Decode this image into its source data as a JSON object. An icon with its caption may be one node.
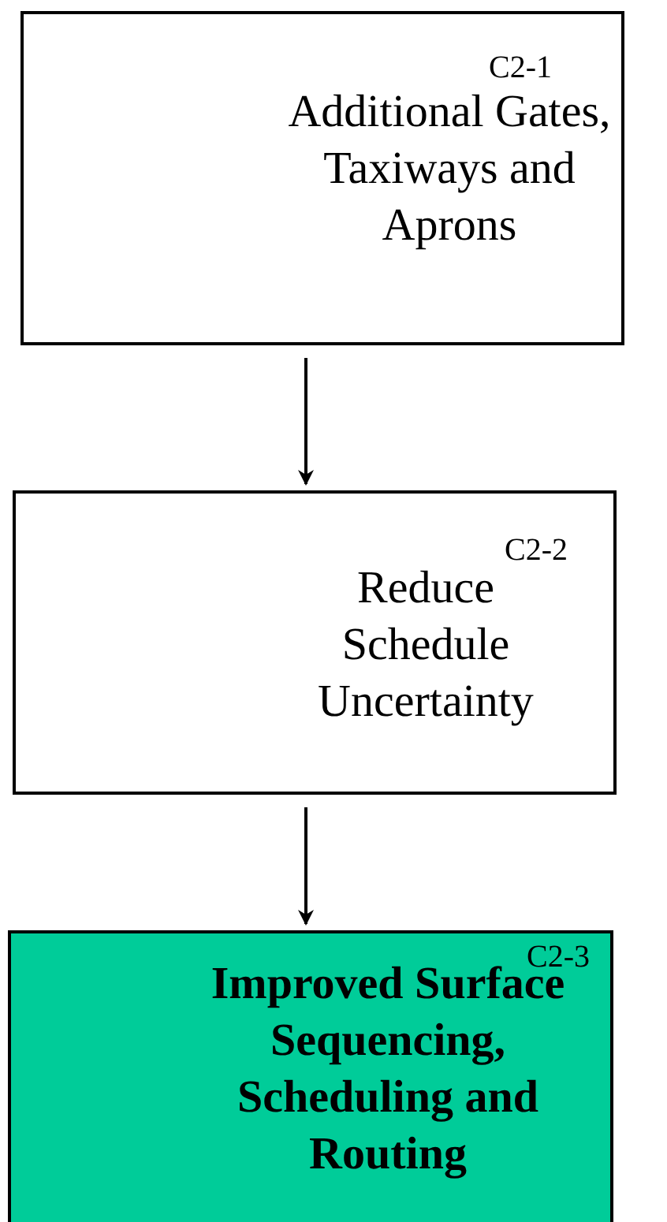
{
  "diagram": {
    "nodes": [
      {
        "text": [
          "C2-1",
          "Additional Gates, Taxiways and Aprons"
        ]
      },
      {
        "text": [
          "C2-2",
          "Reduce Schedule Uncertainty"
        ]
      },
      {
        "text": [
          "C2-3",
          "Improved Surface Sequencing, Scheduling and Routing"
        ]
      }
    ],
    "edges": [
      {
        "from": 0,
        "to": 1,
        "arrow": "to"
      },
      {
        "from": 1,
        "to": 2,
        "arrow": "to"
      }
    ]
  }
}
